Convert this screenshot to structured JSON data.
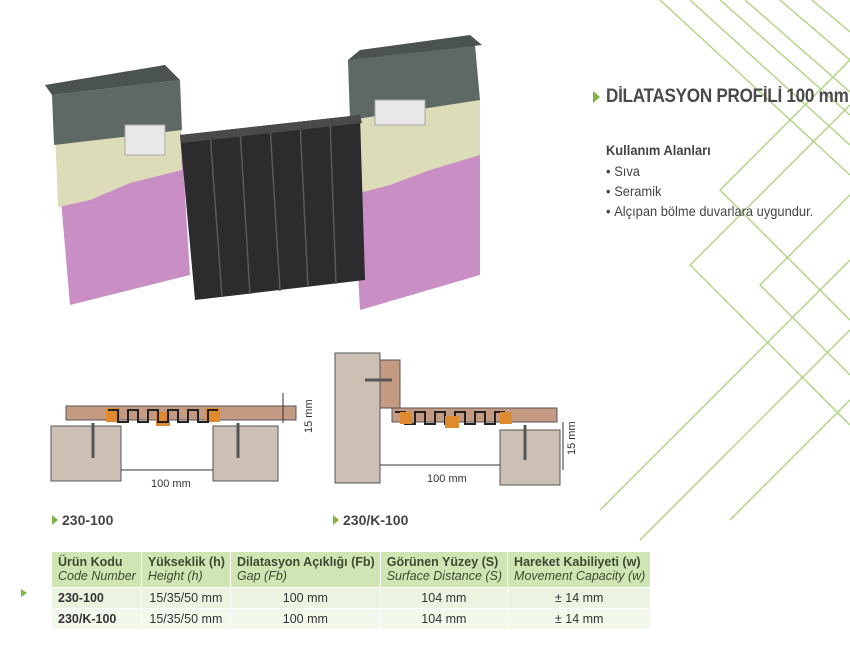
{
  "product": {
    "title": "DİLATASYON PROFİLİ 100 mm"
  },
  "usage": {
    "heading": "Kullanım Alanları",
    "items": [
      "Sıva",
      "Seramik",
      "Alçıpan bölme duvarlara uygundur."
    ]
  },
  "drawings": [
    {
      "code": "230-100",
      "gap_label": "100 mm",
      "height_label": "15 mm"
    },
    {
      "code": "230/K-100",
      "gap_label": "100 mm",
      "height_label": "15 mm"
    }
  ],
  "table": {
    "headers": [
      {
        "main": "Ürün Kodu",
        "sub": "Code Number"
      },
      {
        "main": "Yükseklik (h)",
        "sub": "Height (h)"
      },
      {
        "main": "Dilatasyon Açıklığı (Fb)",
        "sub": "Gap (Fb)"
      },
      {
        "main": "Görünen Yüzey (S)",
        "sub": "Surface Distance (S)"
      },
      {
        "main": "Hareket Kabiliyeti (w)",
        "sub": "Movement Capacity (w)"
      }
    ],
    "rows": [
      [
        "230-100",
        "15/35/50 mm",
        "100 mm",
        "104 mm",
        "± 14 mm"
      ],
      [
        "230/K-100",
        "15/35/50 mm",
        "100 mm",
        "104 mm",
        "± 14 mm"
      ]
    ]
  },
  "colors": {
    "accent": "#7cb342",
    "header_bg": "#cfe6b4",
    "row_bg": "#ebf4e0",
    "wall_pink": "#c98fc4",
    "plaster": "#dcdcb8",
    "block": "#5e6865",
    "profile": "#2c2c2e",
    "wood": "#c49a82",
    "orange": "#e08a30"
  },
  "icons": [
    "play-triangle-icon"
  ]
}
